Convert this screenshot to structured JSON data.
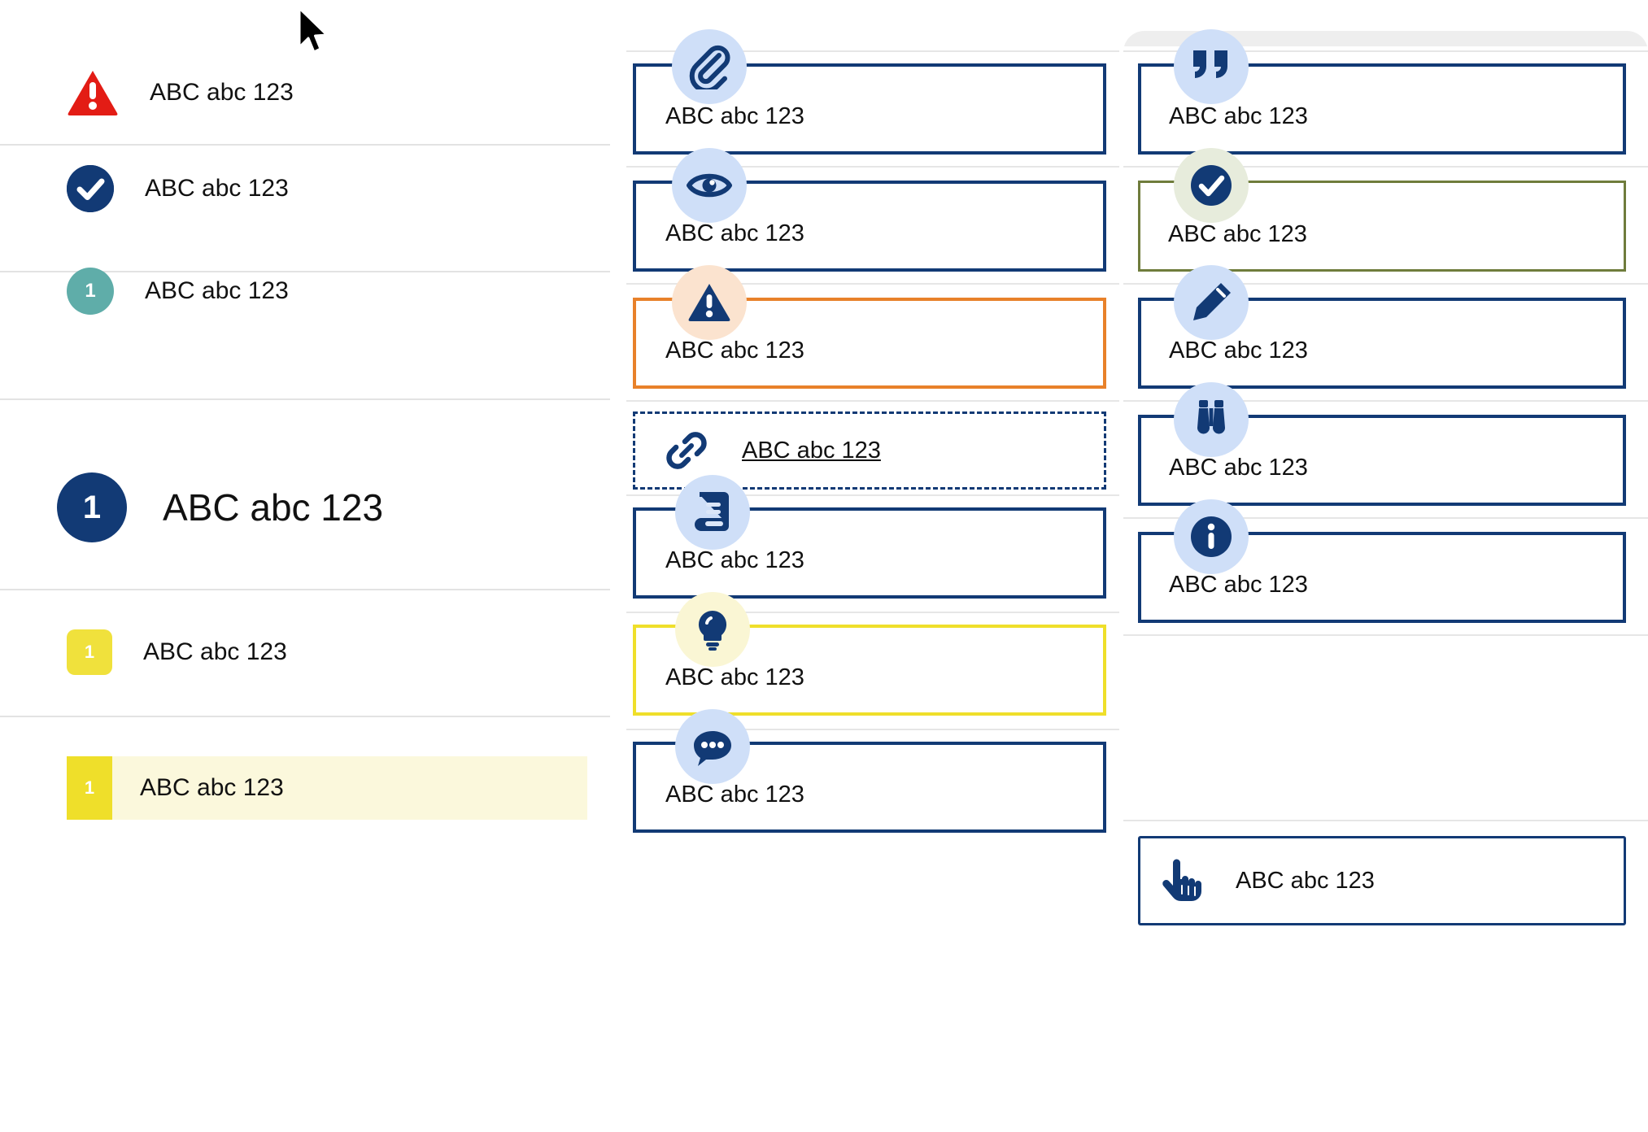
{
  "colors": {
    "navy": "#123a75",
    "red": "#e31c15",
    "teal": "#5fada9",
    "yellow": "#efdf2a",
    "orange": "#e8812a",
    "olive": "#6f7c3c",
    "icon_bubble_blue": "#cfdff8",
    "icon_bubble_peach": "#fbe3cf",
    "icon_bubble_yellow": "#faf6d4",
    "icon_bubble_green": "#e7ecdc",
    "highlight_strip": "#fbf8dc",
    "panel_gray": "#eeeeee",
    "rule": "#e6e6e6",
    "text": "#111111"
  },
  "sample_text": "ABC abc 123",
  "left_panel": {
    "rows": [
      {
        "badge_kind": "triangle-warning",
        "badge_value": "",
        "label": "ABC abc 123",
        "size": "normal"
      },
      {
        "badge_kind": "circle-check",
        "badge_value": "",
        "label": "ABC abc 123",
        "size": "normal"
      },
      {
        "badge_kind": "circle-number",
        "badge_value": "1",
        "label": "ABC abc 123",
        "size": "normal"
      },
      {
        "badge_kind": "circle-number-large",
        "badge_value": "1",
        "label": "ABC abc 123",
        "size": "large"
      },
      {
        "badge_kind": "square-number",
        "badge_value": "1",
        "label": "ABC abc 123",
        "size": "normal"
      },
      {
        "badge_kind": "square-number-flat",
        "badge_value": "1",
        "label": "ABC abc 123",
        "size": "normal",
        "highlighted": true
      }
    ]
  },
  "middle_column": {
    "cards": [
      {
        "icon": "paperclip-icon",
        "label": "ABC abc 123",
        "border": "blue",
        "bubble": "blue"
      },
      {
        "icon": "eye-icon",
        "label": "ABC abc 123",
        "border": "blue",
        "bubble": "blue"
      },
      {
        "icon": "warning-triangle-icon",
        "label": "ABC abc 123",
        "border": "orange",
        "bubble": "peach"
      },
      {
        "icon": "link-chain-icon",
        "label": "ABC abc 123",
        "border": "dashed",
        "bubble": "none",
        "underlined": true
      },
      {
        "icon": "book-icon",
        "label": "ABC abc 123",
        "border": "blue",
        "bubble": "blue"
      },
      {
        "icon": "lightbulb-icon",
        "label": "ABC abc 123",
        "border": "yellow",
        "bubble": "yellow"
      },
      {
        "icon": "comment-bubble-icon",
        "label": "ABC abc 123",
        "border": "blue",
        "bubble": "blue"
      }
    ]
  },
  "right_column": {
    "cards": [
      {
        "icon": "quote-marks-icon",
        "label": "ABC abc 123",
        "border": "blue",
        "bubble": "blue"
      },
      {
        "icon": "circle-check-icon",
        "label": "ABC abc 123",
        "border": "olive",
        "bubble": "green"
      },
      {
        "icon": "pencil-icon",
        "label": "ABC abc 123",
        "border": "blue",
        "bubble": "blue"
      },
      {
        "icon": "binoculars-icon",
        "label": "ABC abc 123",
        "border": "blue",
        "bubble": "blue"
      },
      {
        "icon": "info-circle-icon",
        "label": "ABC abc 123",
        "border": "blue",
        "bubble": "blue"
      },
      {
        "icon": "pointing-hand-icon",
        "label": "ABC abc 123",
        "border": "thin-blue",
        "bubble": "none"
      }
    ]
  },
  "cursor": {
    "name": "mouse-pointer"
  }
}
